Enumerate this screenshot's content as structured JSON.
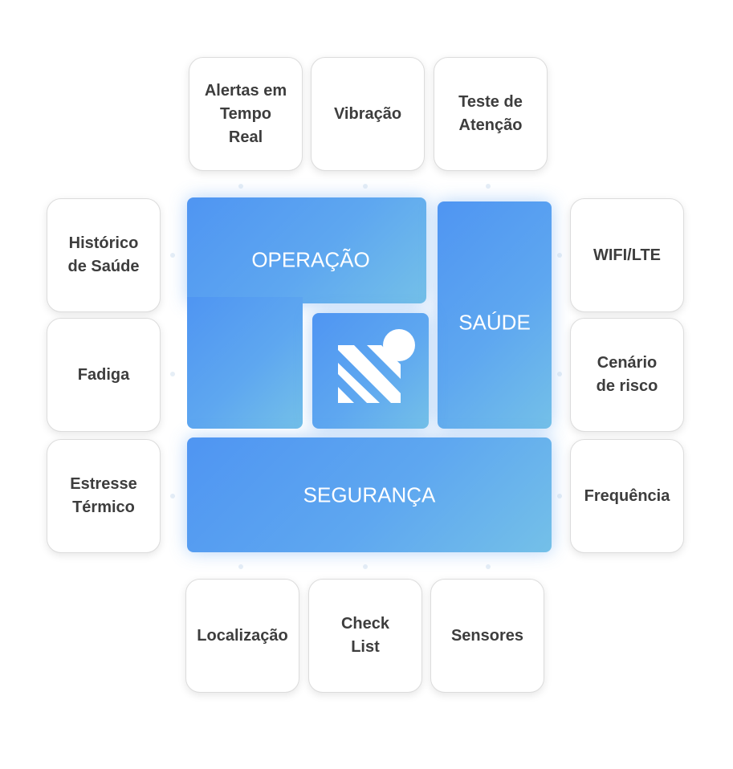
{
  "center": {
    "operacao": "OPERAÇÃO",
    "saude": "SAÚDE",
    "seguranca": "SEGURANÇA",
    "logo_icon": "striped-square-with-circle-logo-icon"
  },
  "colors": {
    "block_start": "#4f95f2",
    "block_end": "#74c0e8",
    "card_border": "#dcdcdc",
    "card_text": "#3d3d3d"
  },
  "top_row": [
    {
      "label": "Alertas em\nTempo\nReal"
    },
    {
      "label": "Vibração"
    },
    {
      "label": "Teste de\nAtenção"
    }
  ],
  "left_column": [
    {
      "label": "Histórico\nde Saúde"
    },
    {
      "label": "Fadiga"
    },
    {
      "label": "Estresse\nTérmico"
    }
  ],
  "right_column": [
    {
      "label": "WIFI/LTE"
    },
    {
      "label": "Cenário\nde risco"
    },
    {
      "label": "Frequência"
    }
  ],
  "bottom_row": [
    {
      "label": "Localização"
    },
    {
      "label": "Check\nList"
    },
    {
      "label": "Sensores"
    }
  ]
}
